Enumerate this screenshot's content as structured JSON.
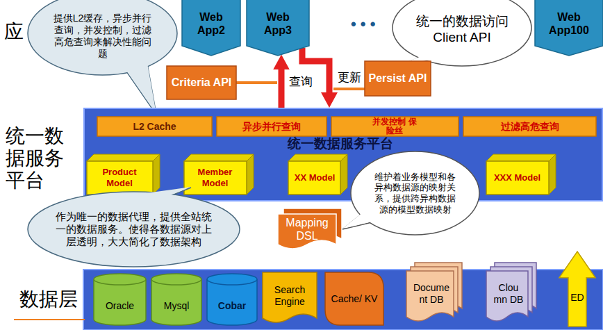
{
  "diagram": {
    "nodes": [
      {
        "text": [
          "Web App2"
        ]
      },
      {
        "text": [
          "Web App3"
        ]
      },
      {
        "text": [
          "Web App100"
        ]
      },
      {
        "text": [
          "提供L2缓存，异步并行查询，并发控制，过滤高危查询来解决性能问题"
        ]
      },
      {
        "text": [
          "统一的数据访问 Client API"
        ]
      },
      {
        "text": [
          "Criteria API"
        ]
      },
      {
        "text": [
          "Persist API"
        ]
      },
      {
        "text": [
          "统一数据服务平台"
        ]
      },
      {
        "text": [
          "L2 Cache"
        ],
        "in": 7
      },
      {
        "text": [
          "异步并行查询"
        ],
        "in": 7
      },
      {
        "text": [
          "并发控制 保险丝"
        ],
        "in": 7
      },
      {
        "text": [
          "过滤高危查询"
        ],
        "in": 7
      },
      {
        "text": [
          "Product Model"
        ],
        "in": 7
      },
      {
        "text": [
          "Member Model"
        ],
        "in": 7
      },
      {
        "text": [
          "XX Model"
        ],
        "in": 7
      },
      {
        "text": [
          "XXX Model"
        ],
        "in": 7
      },
      {
        "text": [
          "维护着业务模型和各异构数据源的映射关系，提供跨异构数据源的模型数据映射"
        ]
      },
      {
        "text": [
          "Mapping DSL"
        ]
      },
      {
        "text": [
          "作为唯一的数据代理，提供全站统一的数据服务。使得各数据源对上层透明，大大简化了数据架构"
        ]
      },
      {
        "text": [
          "Oracle"
        ]
      },
      {
        "text": [
          "Mysql"
        ]
      },
      {
        "text": [
          "Cobar"
        ]
      },
      {
        "text": [
          "Search Engine"
        ]
      },
      {
        "text": [
          "Cache/ KV"
        ]
      },
      {
        "text": [
          "Docume nt DB"
        ]
      },
      {
        "text": [
          "Clou mn DB"
        ]
      },
      {
        "text": [
          "ED"
        ]
      }
    ],
    "edges": [
      {
        "from": 7,
        "to": 1,
        "label": "查询",
        "arrow": "to"
      },
      {
        "from": 1,
        "to": 7,
        "label": "更新",
        "arrow": "to"
      }
    ],
    "labels": [
      "应",
      "统一数据服务平台",
      "数据层",
      "• • •"
    ]
  }
}
